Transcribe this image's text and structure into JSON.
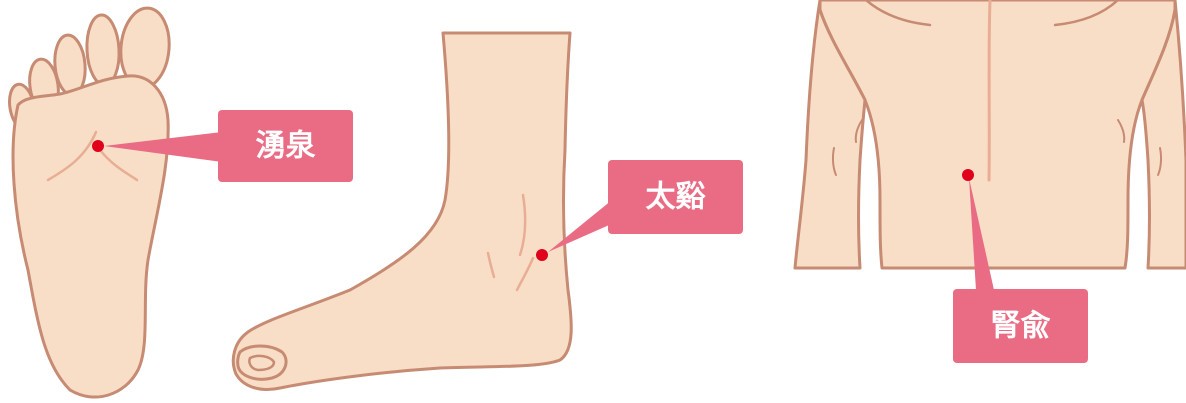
{
  "colors": {
    "skin": "#f8dec6",
    "outline": "#c78a73",
    "crease": "#e9ad95",
    "label_bg": "#e96c84",
    "label_text": "#ffffff",
    "point": "#e0001b"
  },
  "points": [
    {
      "name": "湧泉",
      "location": "sole-of-foot"
    },
    {
      "name": "太谿",
      "location": "inner-ankle"
    },
    {
      "name": "腎兪",
      "location": "lower-back"
    }
  ]
}
